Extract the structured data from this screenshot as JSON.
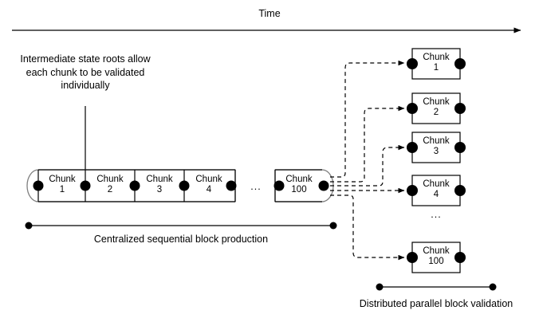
{
  "header": {
    "time_axis_label": "Time"
  },
  "annotation": {
    "text": "Intermediate state roots allow each chunk to be validated individually"
  },
  "captions": {
    "left": "Centralized sequential block production",
    "right": "Distributed parallel block validation"
  },
  "sequential_chain": {
    "chunks": [
      {
        "name": "Chunk",
        "number": "1"
      },
      {
        "name": "Chunk",
        "number": "2"
      },
      {
        "name": "Chunk",
        "number": "3"
      },
      {
        "name": "Chunk",
        "number": "4"
      }
    ],
    "ellipsis": "...",
    "final_chunk": {
      "name": "Chunk",
      "number": "100"
    }
  },
  "parallel_validation": {
    "chunks": [
      {
        "name": "Chunk",
        "number": "1"
      },
      {
        "name": "Chunk",
        "number": "2"
      },
      {
        "name": "Chunk",
        "number": "3"
      },
      {
        "name": "Chunk",
        "number": "4"
      }
    ],
    "ellipsis": "...",
    "final_chunk": {
      "name": "Chunk",
      "number": "100"
    }
  },
  "colors": {
    "stroke": "#000000",
    "background": "#ffffff",
    "chain_edge": "#7f7f7f"
  }
}
